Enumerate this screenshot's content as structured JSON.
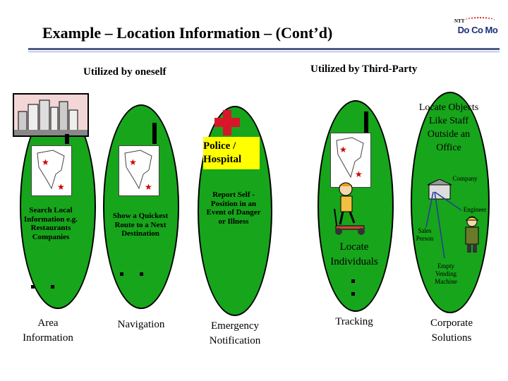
{
  "slide": {
    "title": "Example – Location Information – (Cont’d)",
    "logo": {
      "top": "NTT",
      "mark": "Do Co Mo"
    }
  },
  "headers": {
    "oneself": "Utilized by oneself",
    "third_party": "Utilized by Third-Party"
  },
  "columns": [
    {
      "desc": "Search Local Information e.g. Restaurants Companies",
      "label": "Area Information"
    },
    {
      "desc": "Show a Quickest Route to a Next Destination",
      "label": "Navigation"
    },
    {
      "desc": "Report Self -Position in an Event of Danger or Illness",
      "label": "Emergency Notification",
      "tag": "Police / Hospital"
    },
    {
      "desc": "Locate Individuals",
      "label": "Tracking"
    },
    {
      "desc": "Locate Objects Like Staff Outside an Office",
      "label": "Corporate Solutions"
    }
  ],
  "corporate": {
    "company": "Company",
    "engineer": "Engineer",
    "sales": "Sales Person",
    "vending": "Empty Vending Machine"
  },
  "colors": {
    "oval": "#17a51b",
    "cross": "#d9152a",
    "police_bg": "#ffff00",
    "rule": "#4a5a8a"
  }
}
